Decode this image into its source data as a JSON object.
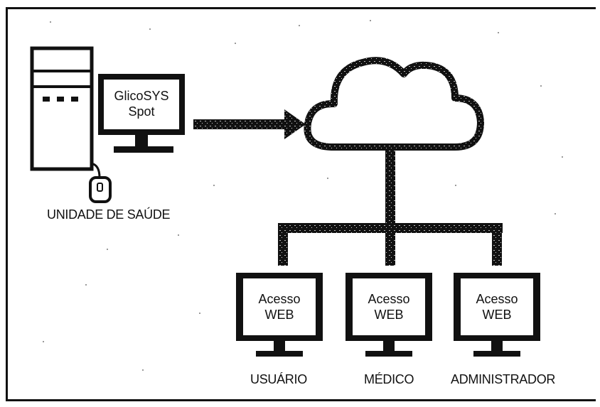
{
  "health_unit": {
    "label": "UNIDADE DE SAÚDE",
    "monitor_line1": "GlicoSYS",
    "monitor_line2": "Spot"
  },
  "clients": [
    {
      "line1": "Acesso",
      "line2": "WEB",
      "label": "USUÁRIO"
    },
    {
      "line1": "Acesso",
      "line2": "WEB",
      "label": "MÉDICO"
    },
    {
      "line1": "Acesso",
      "line2": "WEB",
      "label": "ADMINISTRADOR"
    }
  ],
  "colors": {
    "line": "#111111",
    "speckle": "#9a9a9a"
  },
  "icons": [
    "computer-tower-icon",
    "monitor-icon",
    "mouse-icon",
    "arrow-right-icon",
    "cloud-icon"
  ]
}
